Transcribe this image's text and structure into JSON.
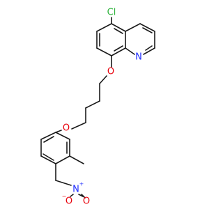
{
  "molecule": {
    "colors": {
      "bond": "#1a1a1a",
      "carbon": "#1a1a1a",
      "oxygen": "#e8000b",
      "nitrogen": "#1f2dff",
      "chlorine": "#2db33c"
    },
    "atoms": {
      "cl": {
        "label": "Cl",
        "color": "chlorine"
      },
      "n_ring": {
        "label": "N",
        "color": "nitrogen"
      },
      "o_ether1": {
        "label": "O",
        "color": "oxygen"
      },
      "o_ether2": {
        "label": "O",
        "color": "oxygen"
      },
      "n_nitro": {
        "label": "N",
        "charge": "+",
        "color": "nitrogen"
      },
      "o_nitro_minus": {
        "label": "O",
        "charge": "−",
        "color": "oxygen"
      },
      "o_nitro": {
        "label": "O",
        "color": "oxygen"
      }
    }
  }
}
